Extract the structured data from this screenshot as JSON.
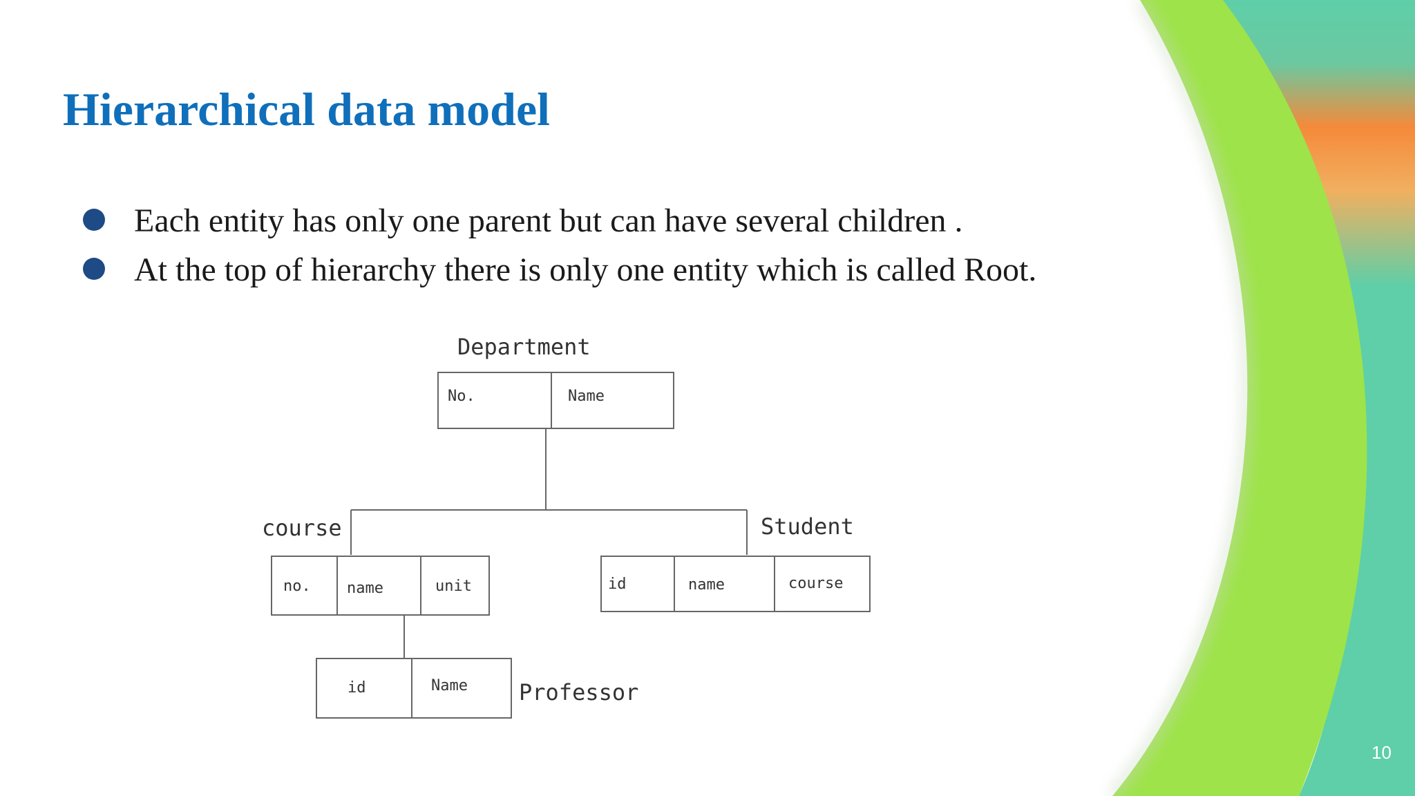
{
  "slide": {
    "title": "Hierarchical data model",
    "bullets": [
      "Each entity has only one parent but can have several children .",
      "At the top of hierarchy there is only one entity which is called Root."
    ],
    "page_number": "10"
  },
  "diagram": {
    "department": {
      "label": "Department",
      "fields": [
        "No.",
        "Name"
      ]
    },
    "course": {
      "label": "course",
      "fields": [
        "no.",
        "name",
        "unit"
      ]
    },
    "student": {
      "label": "Student",
      "fields": [
        "id",
        "name",
        "course"
      ]
    },
    "professor": {
      "label": "Professor",
      "fields": [
        "id",
        "Name"
      ]
    }
  },
  "colors": {
    "title": "#0f6fbb",
    "bullet_dot": "#1e4a86",
    "green": "#9ee34a",
    "teal": "#5ecfa8",
    "orange": "#f58a3a"
  }
}
